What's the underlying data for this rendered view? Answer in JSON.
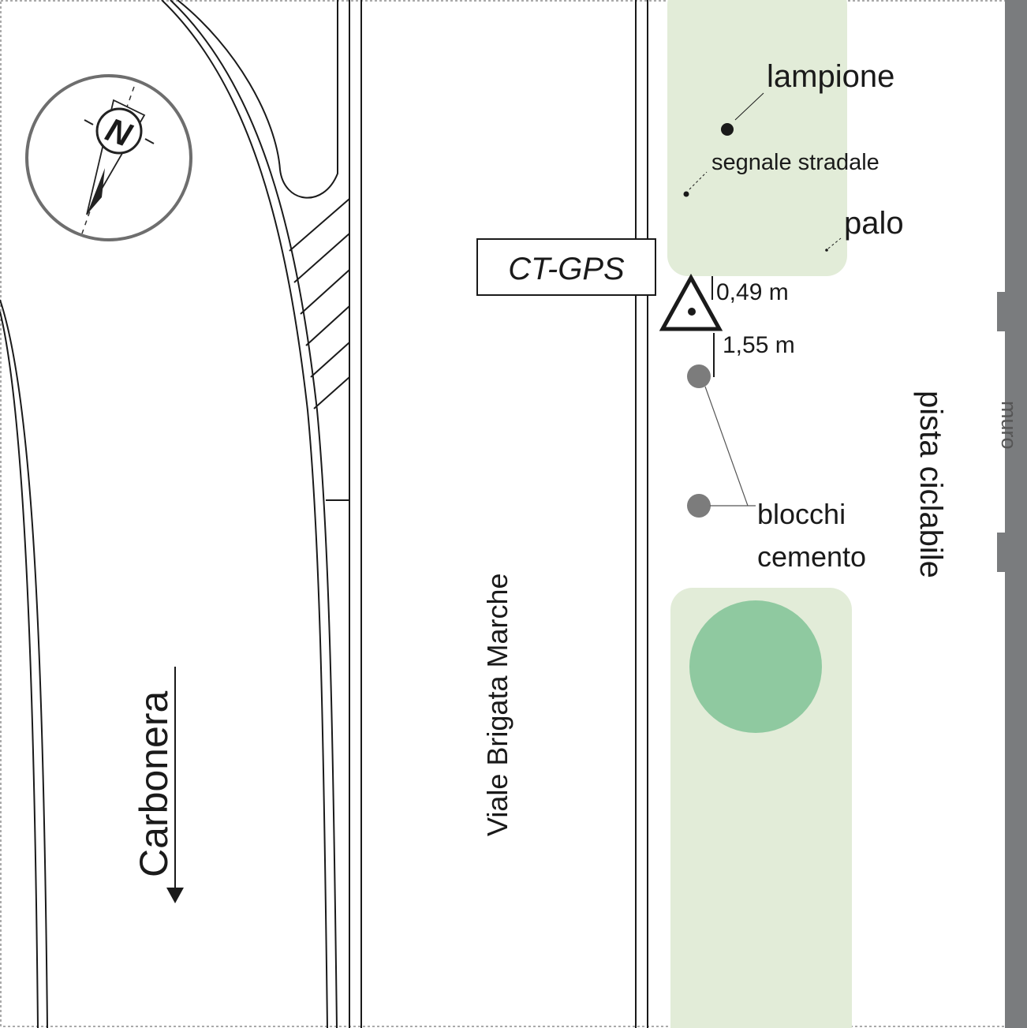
{
  "map": {
    "station_label": "CT-GPS",
    "distances": {
      "to_palo": "0,49 m",
      "to_blocchi": "1,55 m"
    },
    "features": {
      "lampione": "lampione",
      "segnale": "segnale stradale",
      "palo": "palo",
      "blocchi_line1": "blocchi",
      "blocchi_line2": "cemento",
      "pista": "pista ciclabile",
      "muro": "muro"
    },
    "streets": {
      "viale": "Viale Brigata Marche",
      "carbonera": "Carbonera"
    },
    "compass": {
      "north_letter": "N",
      "icon": "north-arrow-compass-icon"
    },
    "colors": {
      "grass": "#e2ecd8",
      "tree": "#8fc9a0",
      "wall": "#7a7c7e",
      "concrete_block": "#7c7c7c",
      "road_line": "#1a1a1a"
    }
  }
}
